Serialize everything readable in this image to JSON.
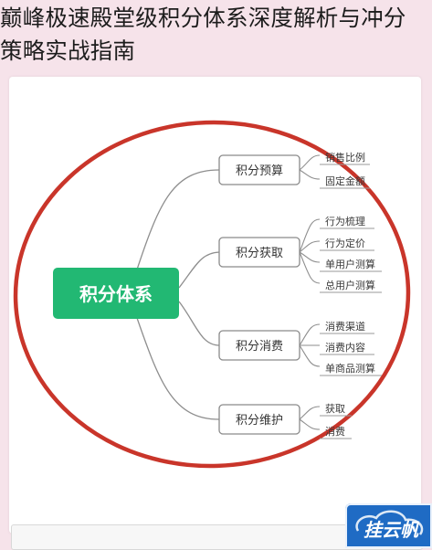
{
  "page": {
    "title_line1": "巅峰极速殿堂级积分体系深度解析与冲分",
    "title_line2": "策略实战指南"
  },
  "diagram": {
    "root": "积分体系",
    "branches": [
      {
        "label": "积分预算",
        "leaves": [
          "销售比例",
          "固定金额"
        ]
      },
      {
        "label": "积分获取",
        "leaves": [
          "行为梳理",
          "行为定价",
          "单用户测算",
          "总用户测算"
        ]
      },
      {
        "label": "积分消费",
        "leaves": [
          "消费渠道",
          "消费内容",
          "单商品测算"
        ]
      },
      {
        "label": "积分维护",
        "leaves": [
          "获取",
          "消费"
        ]
      }
    ]
  },
  "watermark": {
    "text": "挂云帆"
  },
  "colors": {
    "background": "#f6e3ea",
    "root_fill": "#22b873",
    "ellipse_stroke": "#c9352a",
    "connector": "#8e8e8e"
  }
}
